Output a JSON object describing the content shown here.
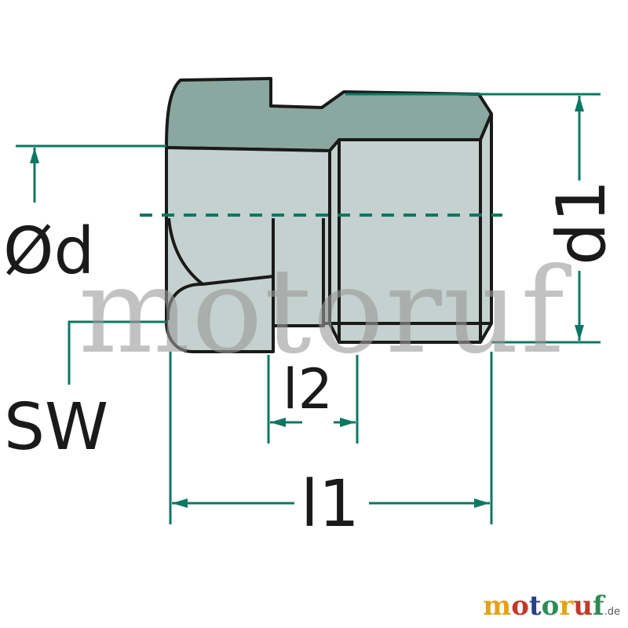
{
  "diagram": {
    "labels": {
      "d": "Ød",
      "d1": "d1",
      "l1": "l1",
      "l2": "l2",
      "sw": "SW"
    }
  },
  "watermark": "motoruf",
  "brand": {
    "letters": [
      "m",
      "o",
      "t",
      "o",
      "r",
      "u",
      "f"
    ],
    "suffix": ".de"
  },
  "colors": {
    "dimension": "#0d7763",
    "outline": "#1a1a1a",
    "hex_top": "#8aa89f",
    "body": "#c4d1ce",
    "brand_letters": [
      "#e3a21a",
      "#c0392b",
      "#27408b",
      "#2e8b57",
      "#e3a21a",
      "#c0392b",
      "#2e8b57"
    ]
  }
}
